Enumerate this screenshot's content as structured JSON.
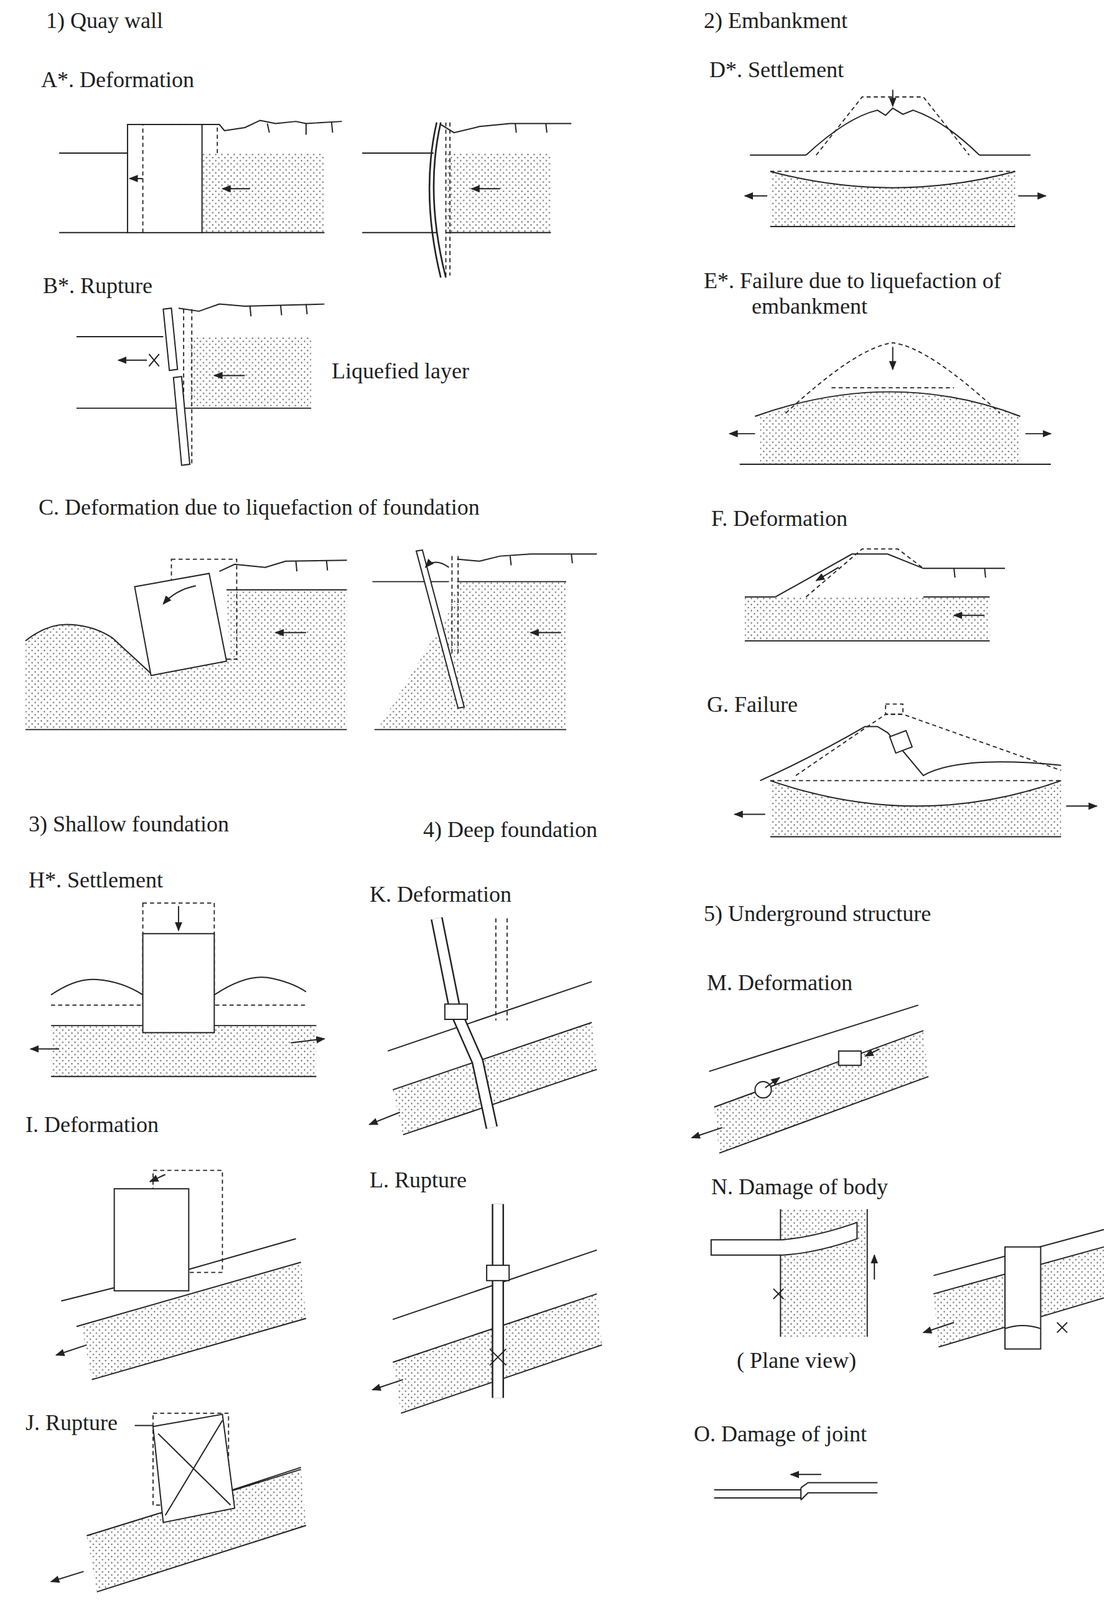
{
  "diagram": {
    "labels": [
      "1) Quay wall",
      "A*. Deformation",
      "B*. Rupture",
      "Liquefied layer",
      "C. Deformation due to liquefaction of foundation",
      "2) Embankment",
      "D*. Settlement",
      "E*. Failure due to liquefaction of embankment",
      "F. Deformation",
      "G. Failure",
      "3) Shallow foundation",
      "H*. Settlement",
      "I. Deformation",
      "J. Rupture",
      "4) Deep foundation",
      "K. Deformation",
      "L. Rupture",
      "5) Underground structure",
      "M. Deformation",
      "N. Damage of body",
      "( Plane view)",
      "O. Damage of joint"
    ]
  }
}
